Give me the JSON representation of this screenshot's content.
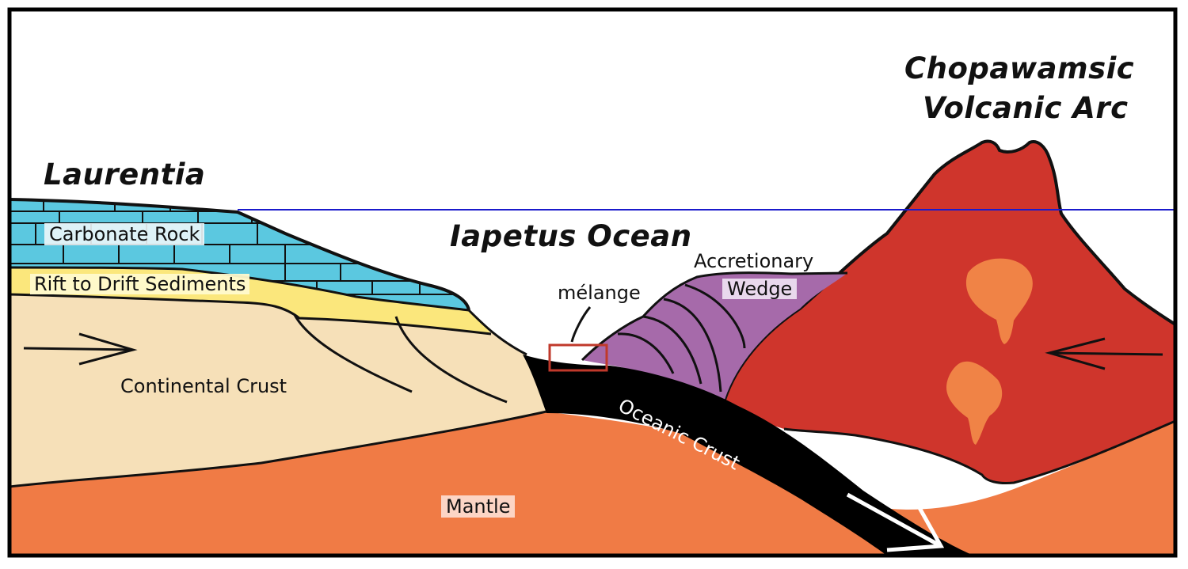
{
  "labels": {
    "laurentia": "Laurentia",
    "iapetus": "Iapetus Ocean",
    "arc_line1": "Chopawamsic",
    "arc_line2": "Volcanic Arc",
    "carbonate": "Carbonate Rock",
    "rift": "Rift to Drift Sediments",
    "continental": "Continental Crust",
    "melange": "mélange",
    "accretionary_line1": "Accretionary",
    "accretionary_line2": "Wedge",
    "oceanic": "Oceanic Crust",
    "mantle": "Mantle"
  },
  "colors": {
    "carbonate": "#5bc8e0",
    "rift_sediments": "#fbe77c",
    "continental_crust": "#f6e0b8",
    "mantle": "#f07b45",
    "oceanic_crust": "#000000",
    "accretionary_wedge": "#a66aaa",
    "volcanic_arc": "#cf352c",
    "magma_blobs": "#f08346",
    "sea_level": "#1a1acc",
    "melange_box": "#c0392b"
  },
  "icons": {
    "left_arrow": "arrow-right-icon",
    "right_arrow": "arrow-left-icon",
    "subduction_arrow": "arrow-down-right-icon"
  }
}
